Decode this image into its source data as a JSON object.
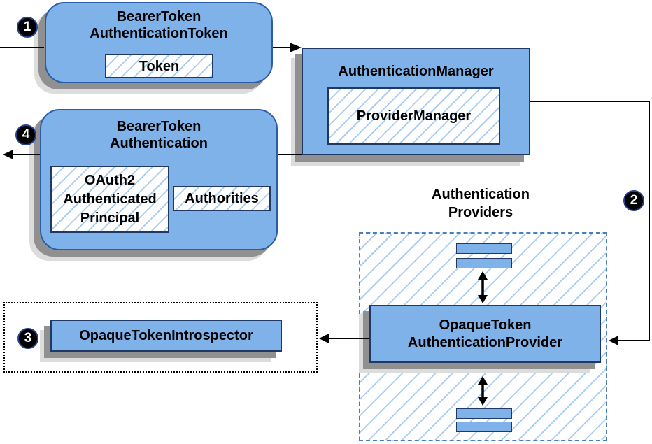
{
  "colors": {
    "node_fill": "#7EB2E9",
    "node_border": "#1F3864",
    "rounded_border": "#2A5CA8",
    "hatch_line": "#A7CCF2",
    "providers_dashed_border": "#4A7EBB",
    "dotted_border": "#000000",
    "shadow_dark": "#909090",
    "shadow_light": "#DCDCDC",
    "connector": "#000000",
    "badge_bg": "#000000",
    "badge_text": "#FFFFFF"
  },
  "badges": {
    "step1": "1",
    "step2": "2",
    "step3": "3",
    "step4": "4"
  },
  "nodes": {
    "bearer_token_authentication_token": {
      "title_line1": "BearerToken",
      "title_line2": "AuthenticationToken",
      "token_label": "Token"
    },
    "authentication_manager": {
      "title": "AuthenticationManager",
      "provider_manager_label": "ProviderManager"
    },
    "bearer_token_authentication": {
      "title_line1": "BearerToken",
      "title_line2": "Authentication",
      "principal_line1": "OAuth2",
      "principal_line2": "Authenticated",
      "principal_line3": "Principal",
      "authorities_label": "Authorities"
    },
    "authentication_providers": {
      "label_line1": "Authentication",
      "label_line2": "Providers"
    },
    "opaque_token_authentication_provider": {
      "title_line1": "OpaqueToken",
      "title_line2": "AuthenticationProvider"
    },
    "opaque_token_introspector": {
      "label": "OpaqueTokenIntrospector"
    }
  }
}
